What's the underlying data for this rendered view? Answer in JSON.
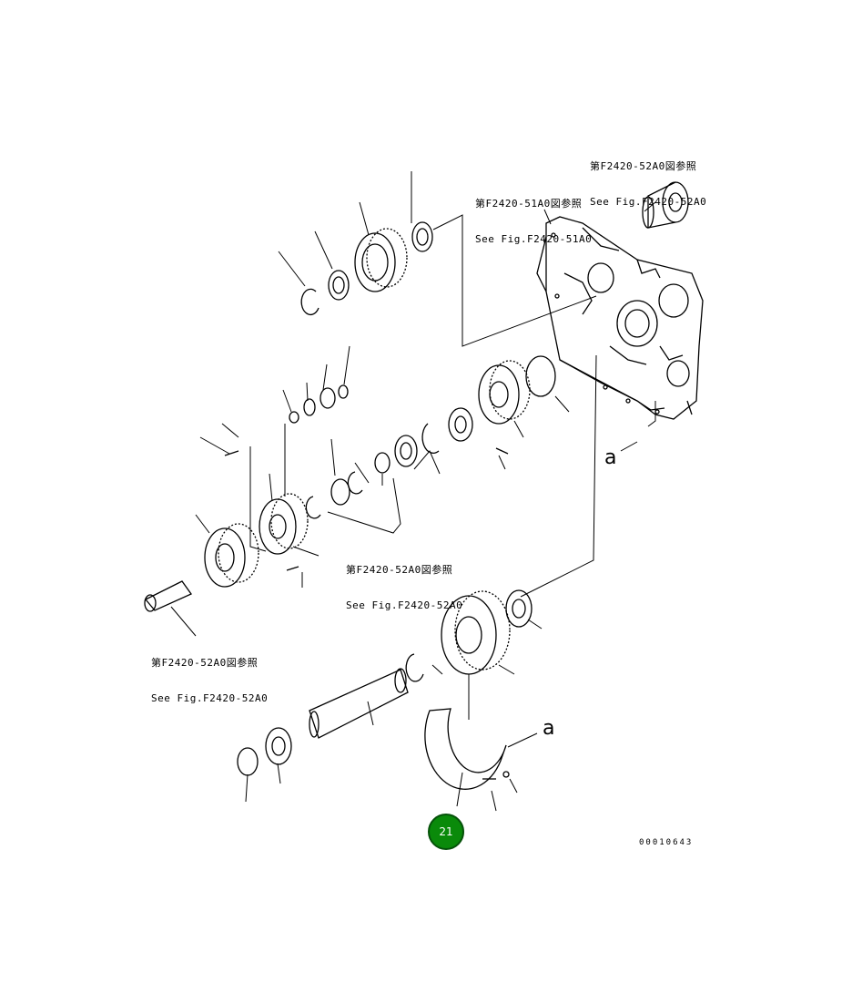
{
  "references": [
    {
      "id": "ref_top_right",
      "line1": "第F2420-52A0図参照",
      "line2": "See Fig.F2420-52A0"
    },
    {
      "id": "ref_top_mid",
      "line1": "第F2420-51A0図参照",
      "line2": "See Fig.F2420-51A0"
    },
    {
      "id": "ref_mid",
      "line1": "第F2420-52A0図参照",
      "line2": "See Fig.F2420-52A0"
    },
    {
      "id": "ref_left",
      "line1": "第F2420-52A0図参照",
      "line2": "See Fig.F2420-52A0"
    }
  ],
  "connector_labels": {
    "upper": "a",
    "lower": "a"
  },
  "drawing_code": "00010643",
  "page_badge": "21",
  "colors": {
    "line": "#000000",
    "badge_fill": "#0a8a0a",
    "badge_border": "#06520a",
    "badge_text": "#ffffff"
  }
}
